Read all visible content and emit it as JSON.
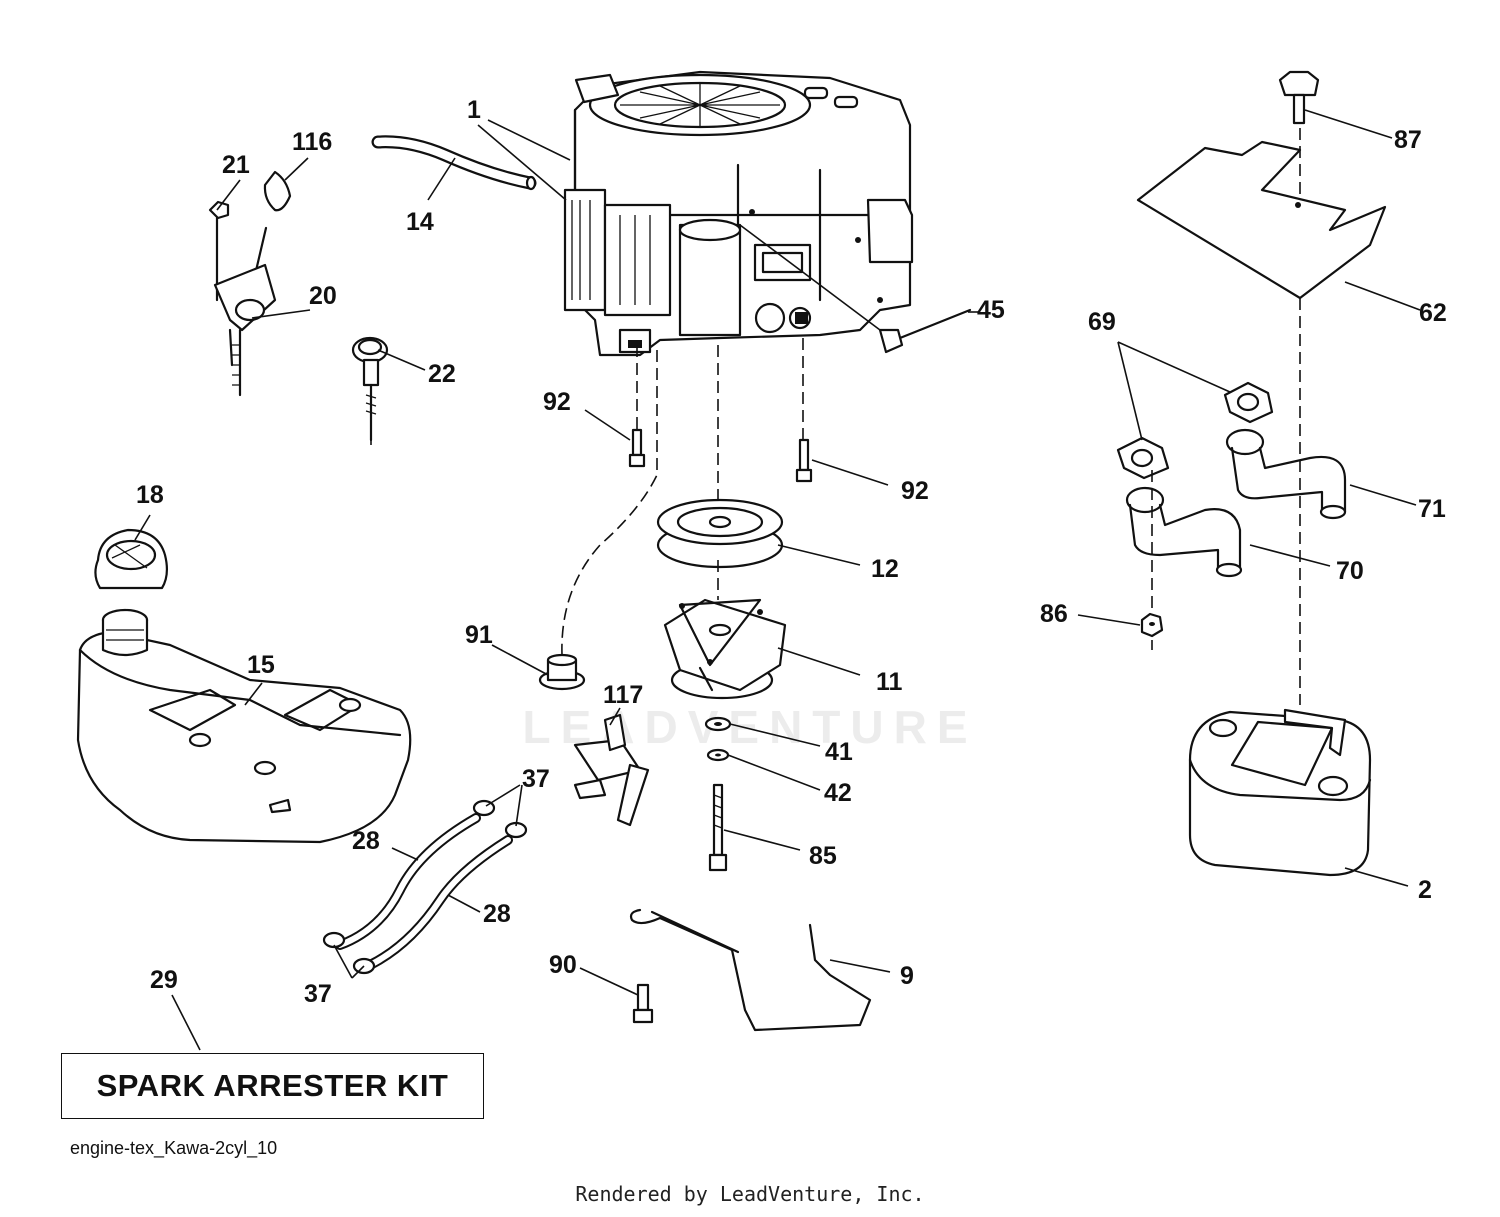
{
  "diagram_ref": "engine-tex_Kawa-2cyl_10",
  "footer": "Rendered by LeadVenture, Inc.",
  "watermark": "LEADVENTURE",
  "kit_label": "SPARK ARRESTER KIT",
  "callouts": {
    "c1": "1",
    "c2": "2",
    "c9": "9",
    "c11": "11",
    "c12": "12",
    "c14": "14",
    "c15": "15",
    "c18": "18",
    "c20": "20",
    "c21": "21",
    "c22": "22",
    "c28a": "28",
    "c28b": "28",
    "c29": "29",
    "c37a": "37",
    "c37b": "37",
    "c41": "41",
    "c42": "42",
    "c45": "45",
    "c62": "62",
    "c69": "69",
    "c70": "70",
    "c71": "71",
    "c85": "85",
    "c86": "86",
    "c87": "87",
    "c90": "90",
    "c91": "91",
    "c92a": "92",
    "c92b": "92",
    "c116": "116",
    "c117": "117"
  }
}
